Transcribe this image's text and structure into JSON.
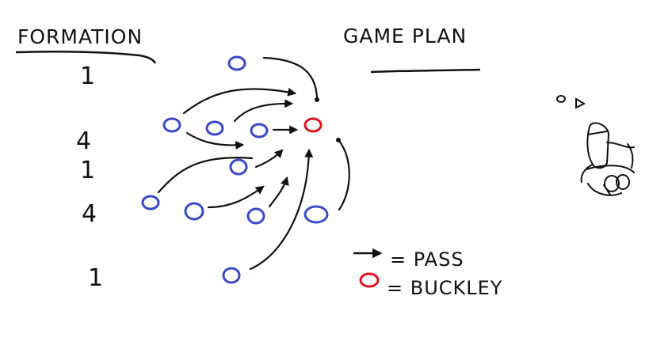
{
  "formation": {
    "title": "FORMATION",
    "rows": [
      "1",
      "4",
      "1",
      "4",
      "1"
    ]
  },
  "game_plan": {
    "title": "GAME PLAN"
  },
  "legend": {
    "pass_label": "= PASS",
    "buckley_label": "= BUCKLEY"
  },
  "colors": {
    "player": "#3b48c8",
    "buckley": "#e0141e",
    "ink": "#111111"
  },
  "icons": [
    "pass-arrow-icon",
    "doodle-icon"
  ]
}
